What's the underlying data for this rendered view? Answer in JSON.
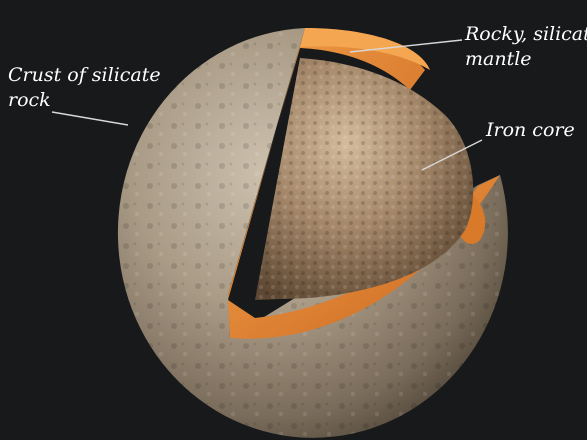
{
  "diagram": {
    "labels": {
      "crust": {
        "line1": "Crust of silicate",
        "line2": "rock"
      },
      "mantle": {
        "line1": "Rocky, silicate",
        "line2": "mantle"
      },
      "core": {
        "text": "Iron core"
      }
    },
    "colors": {
      "background": "#17191a",
      "crust_surface": "#a89a86",
      "mantle": "#d97a2b",
      "mantle_highlight": "#f09a45",
      "core": "#a08567",
      "label_text": "#ffffff",
      "leader_line": "#d8d8d8"
    }
  }
}
